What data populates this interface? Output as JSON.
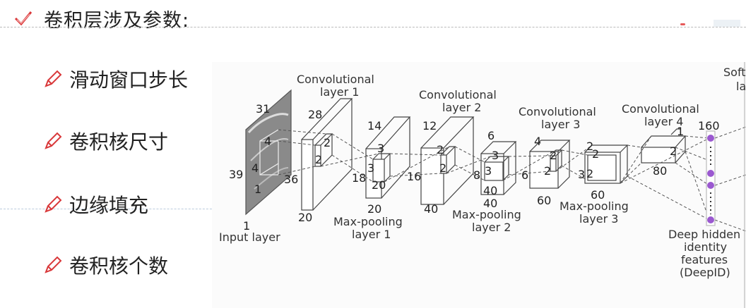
{
  "header": {
    "title": "卷积层涉及参数:",
    "icon": "check-icon",
    "accent": "#d9383a"
  },
  "bullets": [
    {
      "label": "滑动窗口步长",
      "icon": "pencil-icon"
    },
    {
      "label": "卷积核尺寸",
      "icon": "pencil-icon"
    },
    {
      "label": "边缘填充",
      "icon": "pencil-icon"
    },
    {
      "label": "卷积核个数",
      "icon": "pencil-icon"
    }
  ],
  "diagram": {
    "input_layer": {
      "caption": "Input layer",
      "depth": "1",
      "width": "31",
      "height": "39",
      "kernel_a": "4",
      "kernel_b": "4",
      "stride": "1"
    },
    "conv1": {
      "caption_1": "Convolutional",
      "caption_2": "layer 1",
      "dims": [
        "28",
        "36",
        "20"
      ],
      "kernel": [
        "2",
        "2"
      ]
    },
    "pool1": {
      "caption_1": "Max-pooling",
      "caption_2": "layer 1",
      "dims": [
        "14",
        "18",
        "20"
      ],
      "kernel": [
        "3",
        "3"
      ],
      "inner": "20"
    },
    "conv2": {
      "caption_1": "Convolutional",
      "caption_2": "layer 2",
      "dims": [
        "12",
        "16",
        "40"
      ],
      "kernel": [
        "2",
        "2"
      ]
    },
    "pool2": {
      "caption_1": "Max-pooling",
      "caption_2": "layer 2",
      "dims": [
        "6",
        "8",
        "40"
      ],
      "kernel": [
        "3",
        "3"
      ],
      "inner": "40"
    },
    "conv3": {
      "caption_1": "Convolutional",
      "caption_2": "layer 3",
      "dims": [
        "4",
        "6",
        "60"
      ],
      "kernel": [
        "2",
        "2"
      ]
    },
    "pool3": {
      "caption_1": "Max-pooling",
      "caption_2": "layer 3",
      "dims": [
        "2",
        "3",
        "60"
      ],
      "kernel": [
        "2",
        "2"
      ]
    },
    "conv4": {
      "caption_1": "Convolutional",
      "caption_2": "layer 4",
      "dims": [
        "1",
        "2",
        "80"
      ]
    },
    "deepid": {
      "size": "160",
      "caption_1": "Deep hidden",
      "caption_2": "identity",
      "caption_3": "features",
      "caption_4": "(DeepID)",
      "node_color": "#9b59d0"
    },
    "softmax": {
      "caption_1": "Soft",
      "caption_2": "la"
    }
  }
}
